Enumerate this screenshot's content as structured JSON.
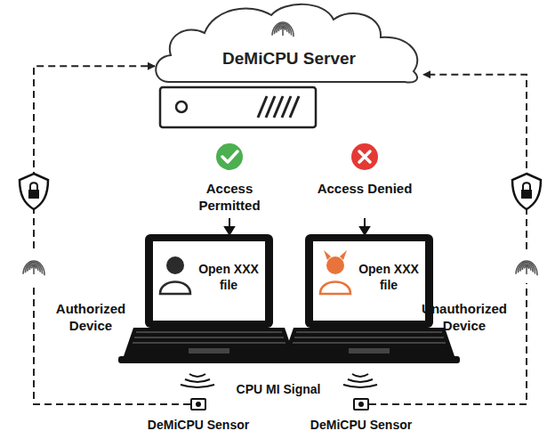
{
  "diagram": {
    "nodes": [
      {
        "text": [
          "DeMiCPU Server"
        ]
      },
      {
        "text": [
          "Open XXX file"
        ]
      },
      {
        "text": [
          "Open XXX file"
        ]
      },
      {
        "text": [
          "DeMiCPU Sensor"
        ]
      },
      {
        "text": [
          "DeMiCPU Sensor"
        ]
      }
    ],
    "edges": [
      {
        "from": 3,
        "to": 0,
        "arrow": "to"
      },
      {
        "from": 4,
        "to": 0,
        "arrow": "to"
      }
    ],
    "labels": [
      "Access Permitted",
      "Access Denied",
      "Authorized Device",
      "Unauthorized Device",
      "CPU MI Signal"
    ]
  }
}
